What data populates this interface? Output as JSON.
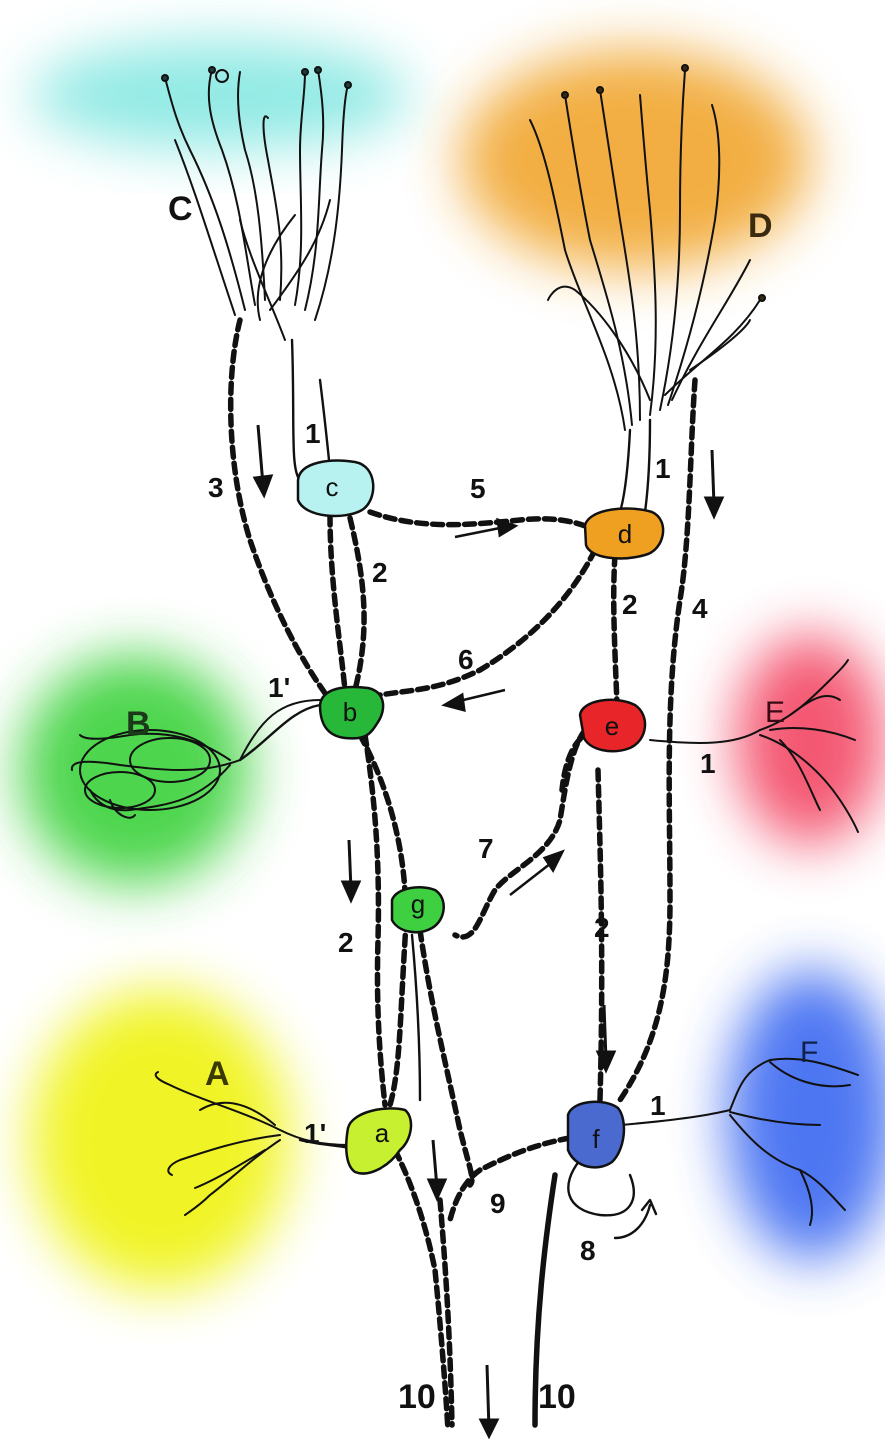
{
  "regions": {
    "A": {
      "label": "A",
      "color": "#eef200"
    },
    "B": {
      "label": "B",
      "color": "#2ecf2e"
    },
    "C": {
      "label": "C",
      "color": "#7fe6e0"
    },
    "D": {
      "label": "D",
      "color": "#f0a020"
    },
    "E": {
      "label": "E",
      "color": "#f23a5a"
    },
    "F": {
      "label": "F",
      "color": "#2e5ef0"
    }
  },
  "cells": {
    "a": {
      "label": "a",
      "color": "#c6f030"
    },
    "b": {
      "label": "b",
      "color": "#27b83a"
    },
    "c": {
      "label": "c",
      "color": "#b8f2f0"
    },
    "d": {
      "label": "d",
      "color": "#f0a020"
    },
    "e": {
      "label": "e",
      "color": "#e8262a"
    },
    "f": {
      "label": "f",
      "color": "#4a6ad0"
    },
    "g": {
      "label": "g",
      "color": "#3ed040"
    }
  },
  "numbers": {
    "n1_c": "1",
    "n3": "3",
    "n5": "5",
    "n1_d": "1",
    "n2_c": "2",
    "n2_d": "2",
    "n4": "4",
    "n6": "6",
    "n1p_b": "1'",
    "n1_e": "1",
    "n7": "7",
    "n2_b": "2",
    "n2_e": "2",
    "n1p_a": "1'",
    "n1_f": "1",
    "n9": "9",
    "n8": "8",
    "n10_left": "10",
    "n10_right": "10"
  }
}
